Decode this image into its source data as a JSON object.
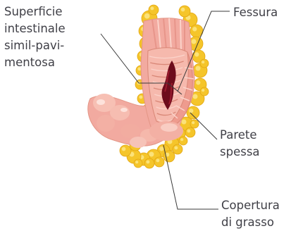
{
  "labels": {
    "surface": "Superficie\nintestinale\nsimil-pavi-\nmentosa",
    "fissure": "Fessura",
    "wall": "Parete\nspessa",
    "fat": "Copertura\ndi grasso"
  },
  "colors": {
    "fat": "#f5c52a",
    "fat_shade": "#e2a612",
    "wall": "#f2aaa0",
    "wall_light": "#f9cdc3",
    "wall_line": "#d98777",
    "mucosa": "#f6b7ac",
    "fissure": "#6d0c1c",
    "leader": "#3a3a3a",
    "text": "#3f3f46"
  }
}
